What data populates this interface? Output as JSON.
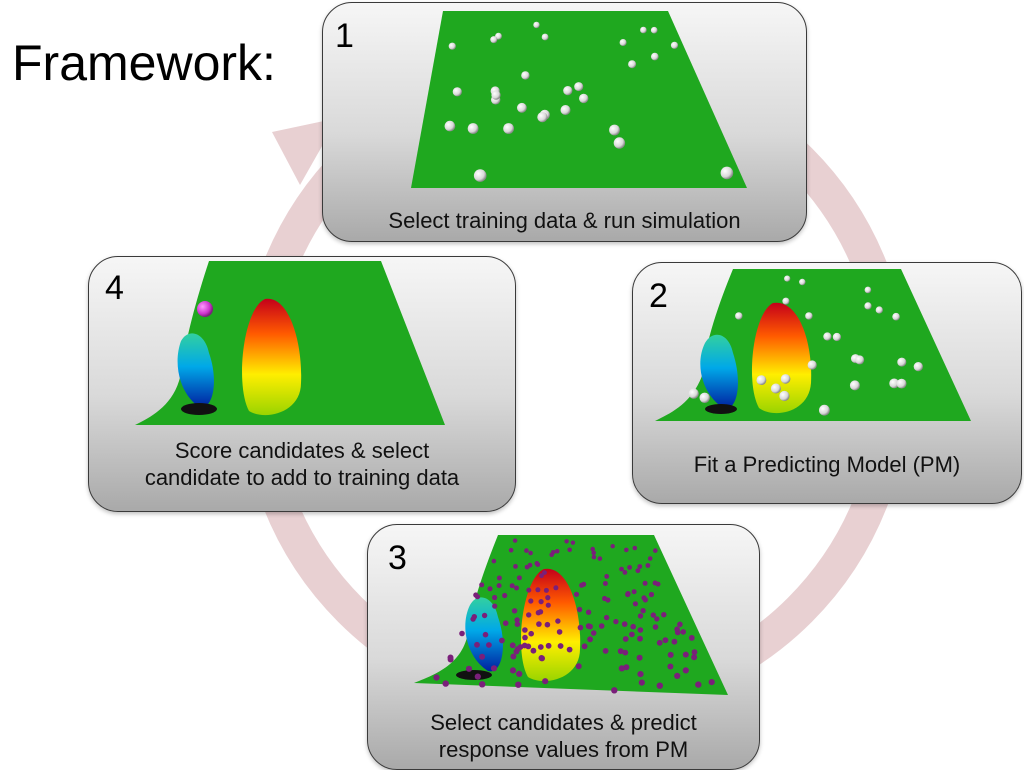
{
  "title": "Framework:",
  "steps": [
    {
      "number": "1",
      "caption_lines": [
        "Select training data & run simulation"
      ]
    },
    {
      "number": "2",
      "caption_lines": [
        "Fit a Predicting Model (PM)"
      ]
    },
    {
      "number": "3",
      "caption_lines": [
        "Select candidates & predict",
        "response values from PM"
      ]
    },
    {
      "number": "4",
      "caption_lines": [
        "Score candidates & select",
        "candidate to add to training data"
      ]
    }
  ],
  "colors": {
    "surface_green": "#1fa81f",
    "cycle_arrow": "#e8d0d2",
    "training_point": "#f0f0f0",
    "candidate_point": "#7a1f7a",
    "selected_candidate": "#cc33cc"
  }
}
